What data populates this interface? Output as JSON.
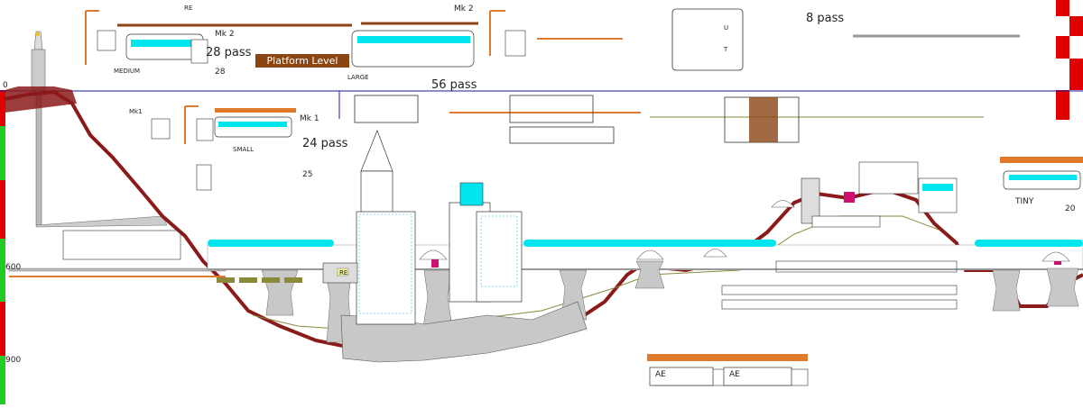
{
  "labels": {
    "re_top": "RE",
    "mk2_a": "Mk 2",
    "pass28": "28 pass",
    "medium": "MEDIUM",
    "n28": "28",
    "platform": "Platform Level",
    "mk2_b": "Mk 2",
    "large": "LARGE",
    "pass56": "56 pass",
    "pass8": "8 pass",
    "zero": "0",
    "mk1_small": "Mk1",
    "mk1": "Mk 1",
    "small": "SMALL",
    "pass24": "24 pass",
    "n25": "25",
    "tiny": "TINY",
    "n20": "20",
    "y600": "600",
    "y900": "900",
    "re_bldg": "RE",
    "ae1": "AE",
    "ae2": "AE",
    "u": "U",
    "t": "T"
  },
  "colors": {
    "terrain": "#8b1a1a",
    "steel": "#e07a2c",
    "rail": "#c8651e",
    "platform": "#8b4513",
    "glass": "#00e5ee",
    "concrete": "#c8c8c8",
    "scale_red": "#e00000",
    "scale_green": "#22cc22",
    "level_line": "#1a1aa0"
  }
}
